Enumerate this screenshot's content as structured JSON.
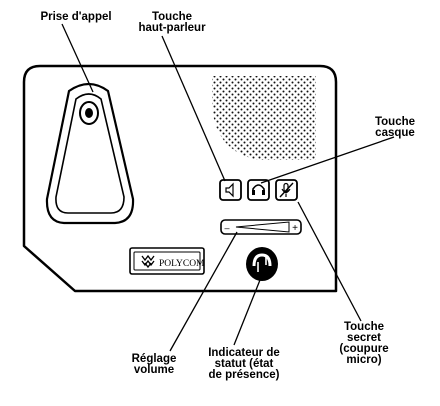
{
  "brand": {
    "name": "POLYCOM"
  },
  "volume": {
    "minus": "–",
    "plus": "+"
  },
  "callouts": {
    "prise": [
      "Prise d'appel"
    ],
    "hp": [
      "Touche",
      "haut-parleur"
    ],
    "casque": [
      "Touche",
      "casque"
    ],
    "secret": [
      "Touche",
      "secret",
      "(coupure",
      "micro)"
    ],
    "volume": [
      "Réglage",
      "volume"
    ],
    "statut": [
      "Indicateur de",
      "statut (état",
      "de présence)"
    ]
  }
}
